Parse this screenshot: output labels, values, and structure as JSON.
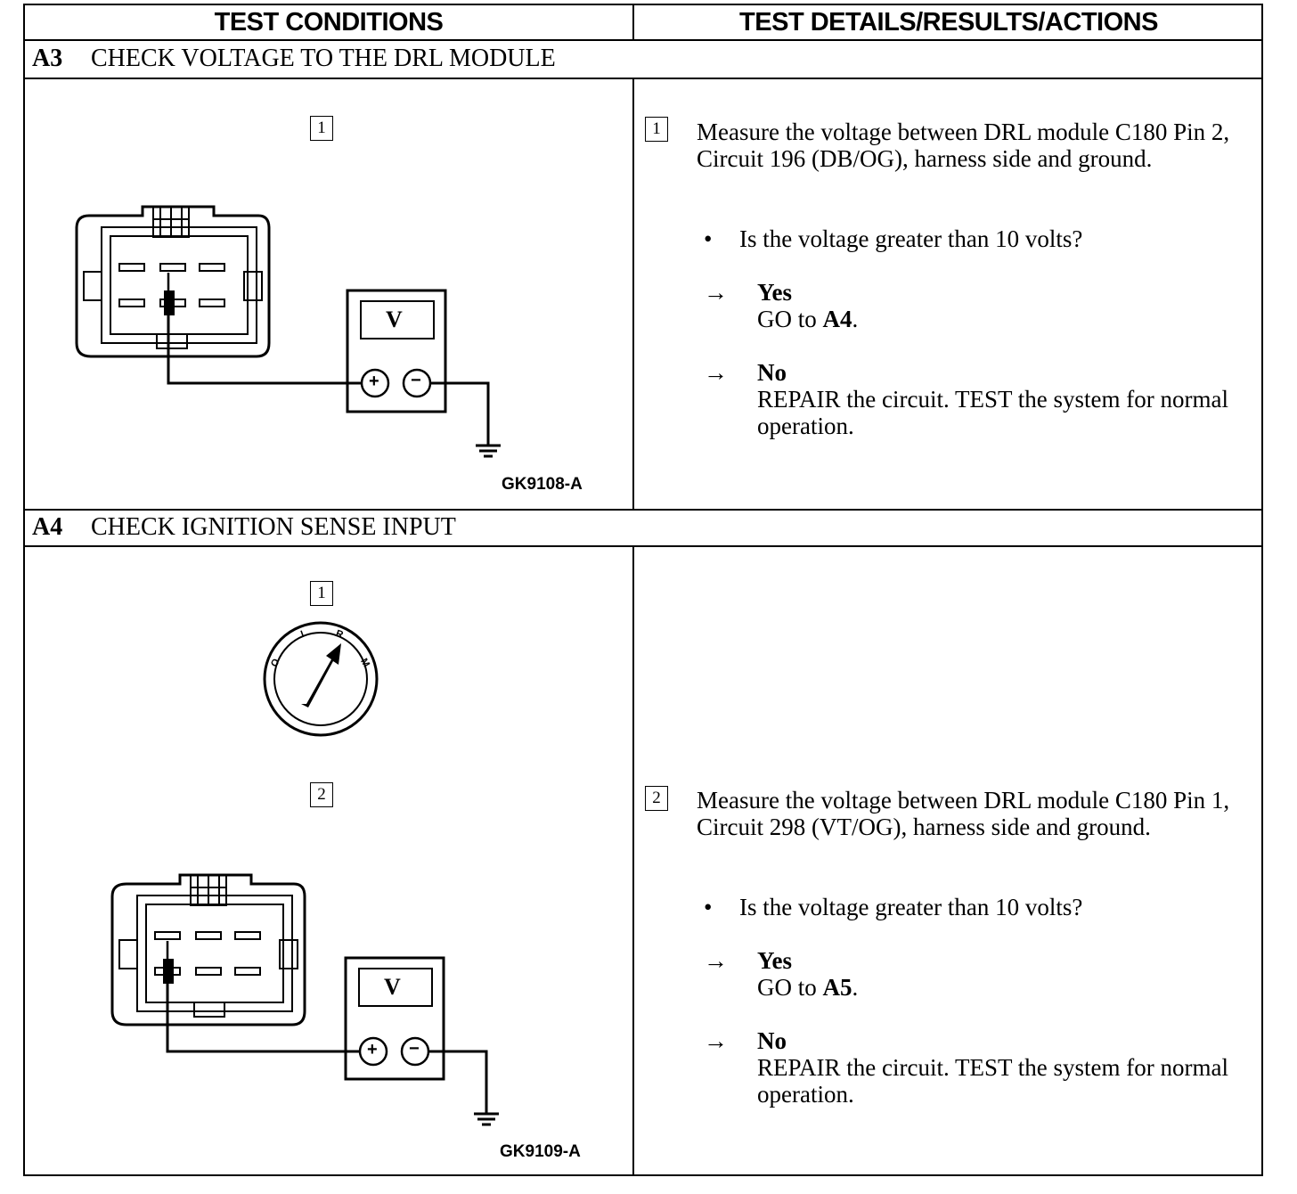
{
  "header": {
    "col1": "TEST CONDITIONS",
    "col2": "TEST DETAILS/RESULTS/ACTIONS"
  },
  "sections": [
    {
      "id": "A3",
      "title": "CHECK VOLTAGE TO THE DRL MODULE",
      "figure_label": "GK9108-A",
      "meter_label": "V",
      "steps": [
        {
          "number": "1",
          "instruction": "Measure the voltage between DRL module C180 Pin 2, Circuit 196 (DB/OG), harness side and ground.",
          "question": "Is the voltage greater than 10 volts?",
          "yes_label": "Yes",
          "yes_action_prefix": "GO to ",
          "yes_target": "A4",
          "no_label": "No",
          "no_action": "REPAIR the circuit. TEST the system for normal operation."
        }
      ]
    },
    {
      "id": "A4",
      "title": "CHECK IGNITION SENSE INPUT",
      "figure_label": "GK9109-A",
      "meter_label": "V",
      "key_positions": [
        "O",
        "I",
        "R",
        "M"
      ],
      "steps": [
        {
          "number": "1"
        },
        {
          "number": "2",
          "instruction": "Measure the voltage between DRL module C180 Pin 1, Circuit 298 (VT/OG), harness side and ground.",
          "question": "Is the voltage greater than 10 volts?",
          "yes_label": "Yes",
          "yes_action_prefix": "GO to ",
          "yes_target": "A5",
          "no_label": "No",
          "no_action": "REPAIR the circuit. TEST the system for normal operation."
        }
      ]
    }
  ],
  "glyphs": {
    "bullet": "•",
    "arrow": "→",
    "plus": "+",
    "minus": "−"
  }
}
